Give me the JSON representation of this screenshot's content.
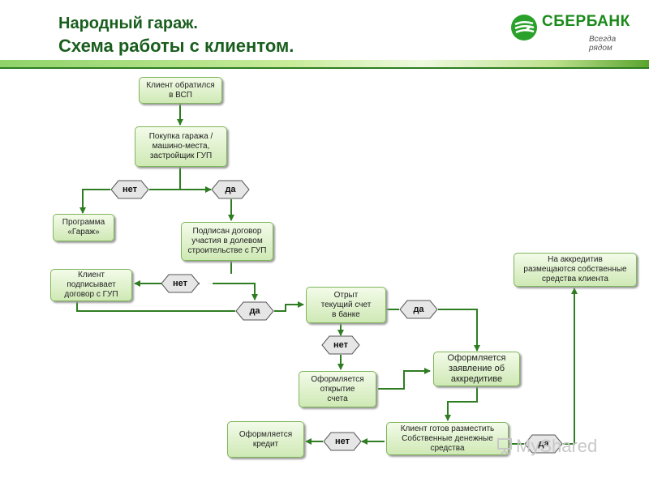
{
  "header": {
    "title_line1": "Народный гараж.",
    "title_line2": "Схема работы с клиентом."
  },
  "logo": {
    "name": "СБЕРБАНК",
    "slogan": "Всегда рядом",
    "icon": "sberbank-logo-icon"
  },
  "flow": {
    "client_applied": "Клиент обратился\nв ВСП",
    "purchase": "Покупка гаража /\nмашино-места,\nзастройщик ГУП",
    "program_garage": "Программа\n«Гараж»",
    "contract_signed": "Подписан договор\nучастия в долевом\nстроительстве с ГУП",
    "client_signs": "Клиент\nподписывает\nдоговор с ГУП",
    "account_opened": "Отрыт\nтекущий счет\nв банке",
    "account_opening": "Оформляется\nоткрытие\nсчета",
    "letter_of_credit": "Оформляется\nзаявление об\nаккредитиве",
    "own_funds_placed": "На аккредитив\nразмещаются собственные\nсредства клиента",
    "client_ready": "Клиент готов разместить\nСобственные денежные\nсредства",
    "credit": "Оформляется\nкредит"
  },
  "decisions": {
    "d1_no": "нет",
    "d1_yes": "да",
    "d2_no": "нет",
    "d3_yes": "да",
    "d4_yes": "да",
    "d5_no": "нет",
    "d6_no": "нет",
    "d6_yes": "да"
  },
  "watermark": {
    "text": "MyShared",
    "icon": "presentation-icon"
  },
  "colors": {
    "title": "#1a5e1e",
    "line": "#2f7d22",
    "box_border": "#7fb65a"
  }
}
